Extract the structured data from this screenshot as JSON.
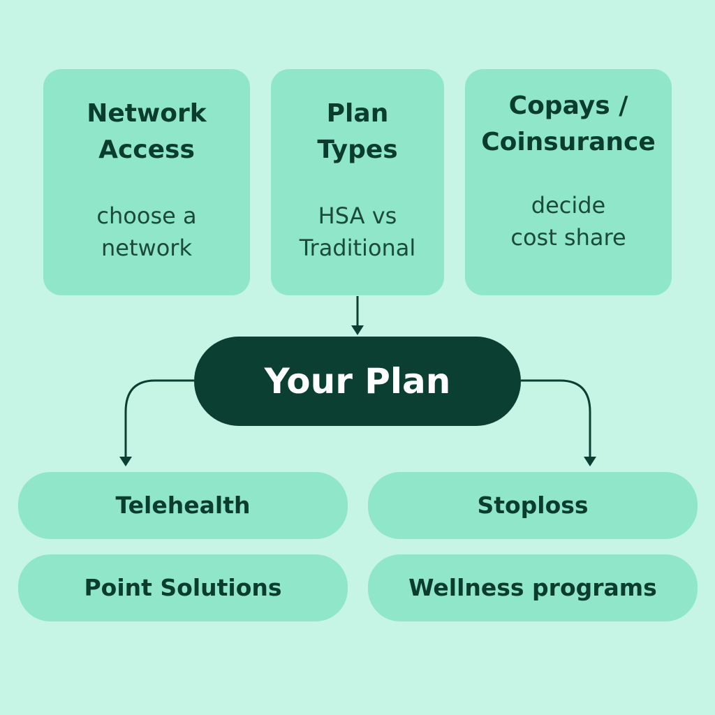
{
  "cards": [
    {
      "id": "network",
      "title": "Network\nAccess",
      "desc": "choose a\nnetwork"
    },
    {
      "id": "plantypes",
      "title": "Plan\nTypes",
      "desc": "HSA vs\nTraditional"
    },
    {
      "id": "copays",
      "title": "Copays /\nCoinsurance",
      "desc": "decide\ncost share"
    }
  ],
  "hub": {
    "label": "Your Plan"
  },
  "outputs": {
    "telehealth": "Telehealth",
    "stoploss": "Stoploss",
    "point_solutions": "Point Solutions",
    "wellness": "Wellness programs"
  },
  "colors": {
    "background": "#c6f4e5",
    "card": "#8fe6c8",
    "hub": "#0b3f31",
    "text": "#0b3d2f",
    "connector": "#0b3f31"
  }
}
